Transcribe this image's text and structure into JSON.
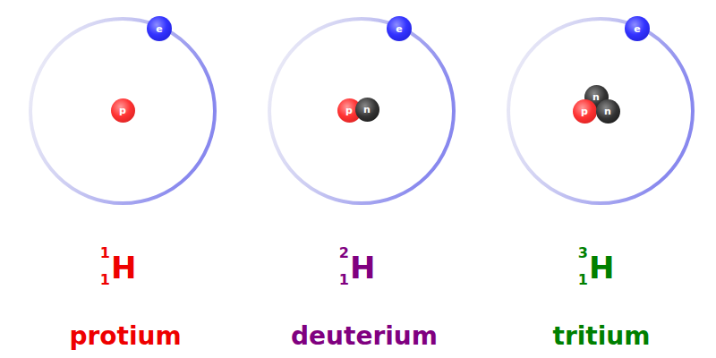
{
  "diagram": {
    "nodes": [
      {
        "text": [
          "e"
        ]
      },
      {
        "text": [
          "p"
        ]
      },
      {
        "text": [
          "e"
        ]
      },
      {
        "text": [
          "p"
        ]
      },
      {
        "text": [
          "n"
        ]
      },
      {
        "text": [
          "e"
        ]
      },
      {
        "text": [
          "n"
        ]
      },
      {
        "text": [
          "p"
        ]
      },
      {
        "text": [
          "n"
        ]
      }
    ],
    "labels": [
      "1",
      "1",
      "H",
      "2",
      "1",
      "H",
      "3",
      "1",
      "H",
      "protium",
      "deuterium",
      "tritium"
    ]
  }
}
